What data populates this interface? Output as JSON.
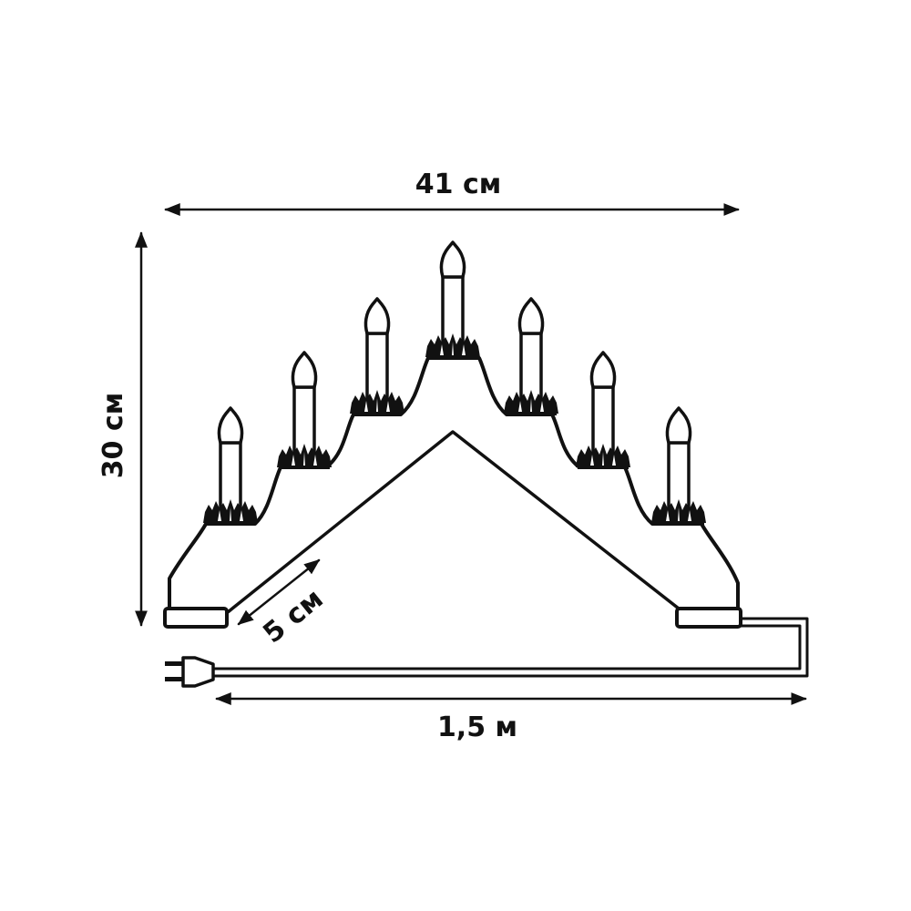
{
  "diagram": {
    "subject": "candle-bridge",
    "candle_count": 7,
    "colors": {
      "line": "#111111",
      "background": "#ffffff"
    },
    "dimensions": {
      "width": {
        "label": "41 см"
      },
      "height": {
        "label": "30 см"
      },
      "depth": {
        "label": "5 см"
      },
      "cable_length": {
        "label": "1,5 м"
      }
    }
  }
}
